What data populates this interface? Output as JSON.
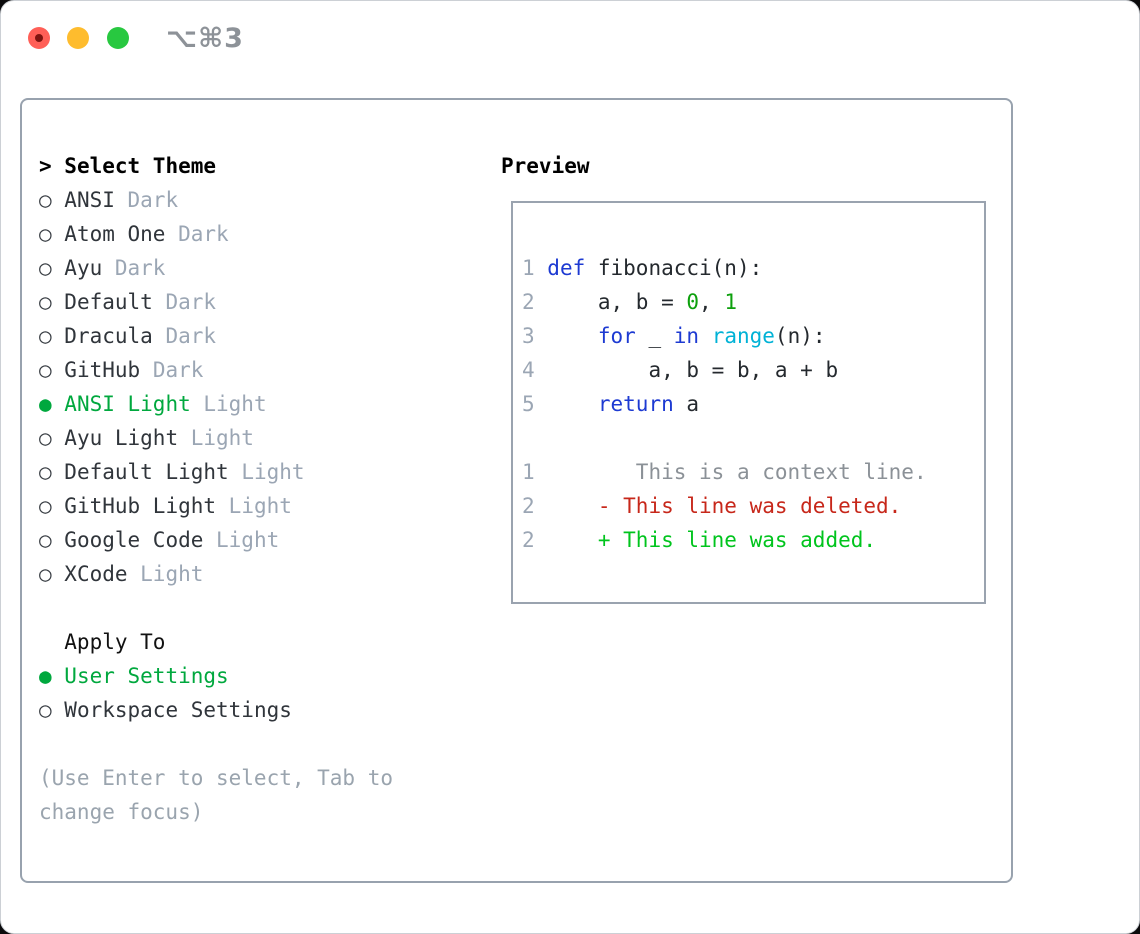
{
  "chrome": {
    "title": "⌥⌘3"
  },
  "colors": {
    "selection_green": "#00a83e",
    "keyword_blue": "#1d3ad2",
    "builtin_cyan": "#00b2d6",
    "literal_green": "#0da00d",
    "added_green": "#00c41d",
    "deleted_red": "#c7271a",
    "context_gray": "#8b9197",
    "muted_gray": "#9ba6b4",
    "text_dark": "#30353b",
    "border_gray": "#98a2ae",
    "traffic_red": "#ff5f57",
    "traffic_yellow": "#febc2e",
    "traffic_green": "#28c840"
  },
  "theme_selector": {
    "prompt": ">",
    "title": "Select Theme",
    "radio_selected": "●",
    "radio_unselected": "○",
    "options": [
      {
        "name": "ANSI",
        "variant": "Dark",
        "selected": false
      },
      {
        "name": "Atom One",
        "variant": "Dark",
        "selected": false
      },
      {
        "name": "Ayu",
        "variant": "Dark",
        "selected": false
      },
      {
        "name": "Default",
        "variant": "Dark",
        "selected": false
      },
      {
        "name": "Dracula",
        "variant": "Dark",
        "selected": false
      },
      {
        "name": "GitHub",
        "variant": "Dark",
        "selected": false
      },
      {
        "name": "ANSI Light",
        "variant": "Light",
        "selected": true
      },
      {
        "name": "Ayu Light",
        "variant": "Light",
        "selected": false
      },
      {
        "name": "Default Light",
        "variant": "Light",
        "selected": false
      },
      {
        "name": "GitHub Light",
        "variant": "Light",
        "selected": false
      },
      {
        "name": "Google Code",
        "variant": "Light",
        "selected": false
      },
      {
        "name": "XCode",
        "variant": "Light",
        "selected": false
      }
    ]
  },
  "apply_to": {
    "title": "Apply To",
    "options": [
      {
        "label": "User Settings",
        "selected": true
      },
      {
        "label": "Workspace Settings",
        "selected": false
      }
    ]
  },
  "help": {
    "line1": "(Use Enter to select, Tab to",
    "line2": "change focus)"
  },
  "preview": {
    "title": "Preview",
    "lines": [
      {
        "n": "1",
        "spans": [
          [
            "kw",
            "def"
          ],
          [
            "pl",
            " fibonacci(n):"
          ]
        ]
      },
      {
        "n": "2",
        "spans": [
          [
            "pl",
            "    a, b = "
          ],
          [
            "lit",
            "0"
          ],
          [
            "pl",
            ", "
          ],
          [
            "lit",
            "1"
          ]
        ]
      },
      {
        "n": "3",
        "spans": [
          [
            "pl",
            "    "
          ],
          [
            "kw",
            "for"
          ],
          [
            "pl",
            " _ "
          ],
          [
            "kw",
            "in"
          ],
          [
            "pl",
            " "
          ],
          [
            "bi",
            "range"
          ],
          [
            "pl",
            "(n):"
          ]
        ]
      },
      {
        "n": "4",
        "spans": [
          [
            "pl",
            "        a, b = b, a + b"
          ]
        ]
      },
      {
        "n": "5",
        "spans": [
          [
            "pl",
            "    "
          ],
          [
            "kw",
            "return"
          ],
          [
            "pl",
            " a"
          ]
        ]
      },
      {
        "n": "",
        "spans": []
      },
      {
        "n": "1",
        "spans": [
          [
            "ctx",
            "       This is a context line."
          ]
        ]
      },
      {
        "n": "2",
        "spans": [
          [
            "pl",
            "    "
          ],
          [
            "del",
            "- This line was deleted."
          ]
        ]
      },
      {
        "n": "2",
        "spans": [
          [
            "pl",
            "    "
          ],
          [
            "add",
            "+ This line was added."
          ]
        ]
      }
    ]
  }
}
